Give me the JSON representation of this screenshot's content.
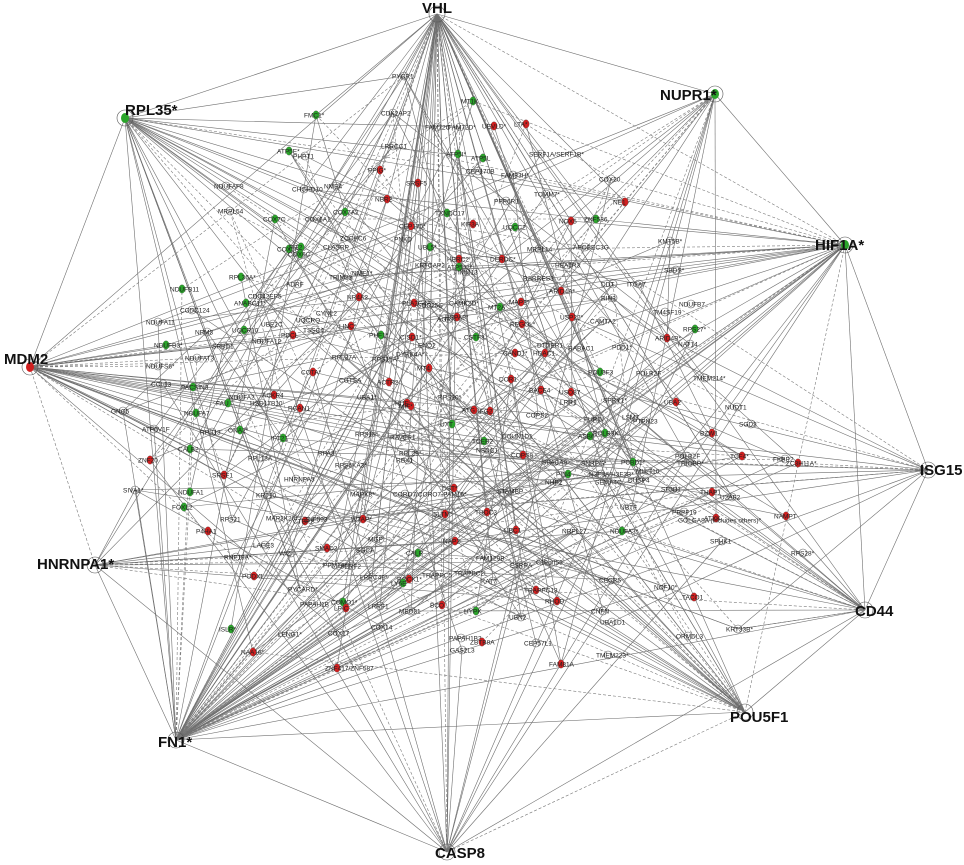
{
  "colors": {
    "up": "#d11f1f",
    "down": "#2aa52a",
    "neutral": "#ffffff",
    "edge": "#6f6f6f"
  },
  "hubs": [
    {
      "id": "VHL",
      "label": "VHL",
      "color": "neutral"
    },
    {
      "id": "RPL35",
      "label": "RPL35*",
      "color": "down"
    },
    {
      "id": "NUPR1",
      "label": "NUPR1*",
      "color": "down"
    },
    {
      "id": "HIF1A",
      "label": "HIF1A*",
      "color": "down"
    },
    {
      "id": "MDM2",
      "label": "MDM2",
      "color": "up"
    },
    {
      "id": "ISG15",
      "label": "ISG15",
      "color": "neutral"
    },
    {
      "id": "HNRNPA1",
      "label": "HNRNPA1*",
      "color": "neutral"
    },
    {
      "id": "CD44",
      "label": "CD44",
      "color": "neutral"
    },
    {
      "id": "POU5F1",
      "label": "POU5F1",
      "color": "neutral"
    },
    {
      "id": "FN1",
      "label": "FN1*",
      "color": "neutral"
    },
    {
      "id": "CASP8",
      "label": "CASP8",
      "color": "neutral"
    }
  ],
  "nodes": [
    {
      "label": "PYCR1",
      "color": "neutral"
    },
    {
      "label": "MT1K",
      "color": "down"
    },
    {
      "label": "FMC1*",
      "color": "down"
    },
    {
      "label": "CDK2AP2",
      "color": "neutral"
    },
    {
      "label": "FAM72C",
      "color": "neutral"
    },
    {
      "label": "FAM72D*",
      "color": "neutral"
    },
    {
      "label": "UEVLD*",
      "color": "up"
    },
    {
      "label": "LTA*",
      "color": "up"
    },
    {
      "label": "ATP5E*",
      "color": "down"
    },
    {
      "label": "LRRCC1",
      "color": "neutral"
    },
    {
      "label": "SERF1A/SERF1B*",
      "color": "neutral"
    },
    {
      "label": "PHPT1",
      "color": "neutral"
    },
    {
      "label": "ATP5I*",
      "color": "down"
    },
    {
      "label": "ATP5L",
      "color": "down"
    },
    {
      "label": "NDUFAF8",
      "color": "neutral"
    },
    {
      "label": "CHCHD10",
      "color": "neutral"
    },
    {
      "label": "NME4",
      "color": "neutral"
    },
    {
      "label": "PPIG*",
      "color": "up"
    },
    {
      "label": "SRSF5",
      "color": "up"
    },
    {
      "label": "CEP170B",
      "color": "neutral"
    },
    {
      "label": "FAM83H*",
      "color": "neutral"
    },
    {
      "label": "COX20",
      "color": "neutral"
    },
    {
      "label": "MRPL54",
      "color": "neutral"
    },
    {
      "label": "COX7C",
      "color": "down"
    },
    {
      "label": "COX6A1",
      "color": "neutral"
    },
    {
      "label": "NBR2",
      "color": "up"
    },
    {
      "label": "TOMM7*",
      "color": "neutral"
    },
    {
      "label": "PPP6R1",
      "color": "neutral"
    },
    {
      "label": "NE1",
      "color": "up"
    },
    {
      "label": "COX7A2",
      "color": "down"
    },
    {
      "label": "TXNDC17",
      "color": "down"
    },
    {
      "label": "ZNF536",
      "color": "down"
    },
    {
      "label": "COX5B",
      "color": "down"
    },
    {
      "label": "FIT2",
      "color": "down"
    },
    {
      "label": "CLASRP",
      "color": "neutral"
    },
    {
      "label": "ZCCHC6",
      "color": "neutral"
    },
    {
      "label": "CEP170*",
      "color": "up"
    },
    {
      "label": "KIF3A",
      "color": "up"
    },
    {
      "label": "UQCC2",
      "color": "down"
    },
    {
      "label": "NOX5",
      "color": "up"
    },
    {
      "label": "KMT5B*",
      "color": "neutral"
    },
    {
      "label": "PNKD",
      "color": "neutral"
    },
    {
      "label": "UBL5*",
      "color": "down"
    },
    {
      "label": "MRPL14",
      "color": "neutral"
    },
    {
      "label": "APOBEC3G",
      "color": "neutral"
    },
    {
      "label": "RPL36A*",
      "color": "down"
    },
    {
      "label": "COX6C",
      "color": "down"
    },
    {
      "label": "HERC2",
      "color": "up"
    },
    {
      "label": "DERDC*",
      "color": "up"
    },
    {
      "label": "HEATR3",
      "color": "neutral"
    },
    {
      "label": "NDUFB11",
      "color": "down"
    },
    {
      "label": "CDC42EP5",
      "color": "neutral"
    },
    {
      "label": "TRIM23",
      "color": "neutral"
    },
    {
      "label": "KRTCAP2",
      "color": "neutral"
    },
    {
      "label": "ATP5J2*",
      "color": "down"
    },
    {
      "label": "TIMM13",
      "color": "neutral"
    },
    {
      "label": "RARRES3",
      "color": "neutral"
    },
    {
      "label": "SBDS*",
      "color": "neutral"
    },
    {
      "label": "ANAPC11*",
      "color": "down"
    },
    {
      "label": "ADRF",
      "color": "neutral"
    },
    {
      "label": "NME1*",
      "color": "neutral"
    },
    {
      "label": "DDT",
      "color": "neutral"
    },
    {
      "label": "ITGA7",
      "color": "neutral"
    },
    {
      "label": "CCDC124",
      "color": "neutral"
    },
    {
      "label": "NR4A2",
      "color": "up"
    },
    {
      "label": "CDC25C",
      "color": "neutral"
    },
    {
      "label": "CAMK2D*",
      "color": "neutral"
    },
    {
      "label": "MAP2*",
      "color": "up"
    },
    {
      "label": "ARID4A*",
      "color": "up"
    },
    {
      "label": "NDUFB7",
      "color": "neutral"
    },
    {
      "label": "NDUFA11",
      "color": "neutral"
    },
    {
      "label": "NPM3",
      "color": "neutral"
    },
    {
      "label": "UQCR10",
      "color": "down"
    },
    {
      "label": "UBE2C",
      "color": "neutral"
    },
    {
      "label": "UQCRQ",
      "color": "neutral"
    },
    {
      "label": "CYNL2",
      "color": "neutral"
    },
    {
      "label": "PLA2G4A",
      "color": "up"
    },
    {
      "label": "HSPA8*",
      "color": "up"
    },
    {
      "label": "MT2A",
      "color": "down"
    },
    {
      "label": "RIN3",
      "color": "neutral"
    },
    {
      "label": "TM4SF19",
      "color": "neutral"
    },
    {
      "label": "RPS27*",
      "color": "down"
    },
    {
      "label": "PHF1*",
      "color": "down"
    },
    {
      "label": "AGRN",
      "color": "neutral"
    },
    {
      "label": "REGOL*",
      "color": "up"
    },
    {
      "label": "USP22*",
      "color": "up"
    },
    {
      "label": "CAMTA2",
      "color": "neutral"
    },
    {
      "label": "NDUFB3*",
      "color": "down"
    },
    {
      "label": "SRBD1",
      "color": "neutral"
    },
    {
      "label": "NDUFA12",
      "color": "neutral"
    },
    {
      "label": "PDCL",
      "color": "up"
    },
    {
      "label": "TSSC4",
      "color": "neutral"
    },
    {
      "label": "LINC*",
      "color": "up"
    },
    {
      "label": "CISD1*",
      "color": "up"
    },
    {
      "label": "ENO2",
      "color": "neutral"
    },
    {
      "label": "CSTF3",
      "color": "down"
    },
    {
      "label": "DTDER1",
      "color": "neutral"
    },
    {
      "label": "RABAC1",
      "color": "neutral"
    },
    {
      "label": "PDD1*",
      "color": "neutral"
    },
    {
      "label": "ARID4B*",
      "color": "up"
    },
    {
      "label": "NAT14",
      "color": "neutral"
    },
    {
      "label": "NDUFS6*",
      "color": "neutral"
    },
    {
      "label": "NDUFAT3",
      "color": "neutral"
    },
    {
      "label": "RPL27A",
      "color": "neutral"
    },
    {
      "label": "RPS15A*",
      "color": "neutral"
    },
    {
      "label": "DYRK4A*",
      "color": "neutral"
    },
    {
      "label": "CAND1*",
      "color": "up"
    },
    {
      "label": "HDAC1",
      "color": "up"
    },
    {
      "label": "POU3F3",
      "color": "down"
    },
    {
      "label": "POLR2F",
      "color": "neutral"
    },
    {
      "label": "TMEM214*",
      "color": "neutral"
    },
    {
      "label": "CCL13",
      "color": "neutral"
    },
    {
      "label": "PACSIN3",
      "color": "down"
    },
    {
      "label": "NDUFA2",
      "color": "neutral"
    },
    {
      "label": "ACKR4",
      "color": "up"
    },
    {
      "label": "COTA*",
      "color": "up"
    },
    {
      "label": "CGTSA",
      "color": "neutral"
    },
    {
      "label": "ACTR2",
      "color": "up"
    },
    {
      "label": "MT4",
      "color": "up"
    },
    {
      "label": "DOR1",
      "color": "up"
    },
    {
      "label": "BACE4",
      "color": "up"
    },
    {
      "label": "USO87",
      "color": "up"
    },
    {
      "label": "GNG5",
      "color": "neutral"
    },
    {
      "label": "NDUFA7",
      "color": "down"
    },
    {
      "label": "FAU",
      "color": "down"
    },
    {
      "label": "HSD17B10",
      "color": "neutral"
    },
    {
      "label": "RCAN1",
      "color": "up"
    },
    {
      "label": "UBA1*",
      "color": "neutral"
    },
    {
      "label": "HUE",
      "color": "up"
    },
    {
      "label": "MIF*",
      "color": "up"
    },
    {
      "label": "RPS20*",
      "color": "neutral"
    },
    {
      "label": "ATG",
      "color": "up"
    },
    {
      "label": "IFG2",
      "color": "up"
    },
    {
      "label": "LRR1",
      "color": "neutral"
    },
    {
      "label": "SPRY1*",
      "color": "neutral"
    },
    {
      "label": "UBA2",
      "color": "up"
    },
    {
      "label": "NUDT1",
      "color": "neutral"
    },
    {
      "label": "SGD3",
      "color": "neutral"
    },
    {
      "label": "ATP6V1F",
      "color": "neutral"
    },
    {
      "label": "RPS13",
      "color": "neutral"
    },
    {
      "label": "ONA2*",
      "color": "down"
    },
    {
      "label": "IFT21",
      "color": "down"
    },
    {
      "label": "RPS15*",
      "color": "neutral"
    },
    {
      "label": "RAVER1",
      "color": "neutral"
    },
    {
      "label": "UXT",
      "color": "down"
    },
    {
      "label": "COPS2",
      "color": "neutral"
    },
    {
      "label": "FURIN",
      "color": "neutral"
    },
    {
      "label": "LSM7",
      "color": "neutral"
    },
    {
      "label": "POLR3K",
      "color": "down"
    },
    {
      "label": "PTPN23",
      "color": "neutral"
    },
    {
      "label": "BZW1",
      "color": "up"
    },
    {
      "label": "CALB2",
      "color": "down"
    },
    {
      "label": "RPL13A",
      "color": "neutral"
    },
    {
      "label": "RPA3",
      "color": "neutral"
    },
    {
      "label": "RPL29*",
      "color": "neutral"
    },
    {
      "label": "TCEB2",
      "color": "down"
    },
    {
      "label": "DCUN1D1",
      "color": "neutral"
    },
    {
      "label": "ASB6*",
      "color": "down"
    },
    {
      "label": "POLR2F",
      "color": "neutral"
    },
    {
      "label": "TCF4*",
      "color": "up"
    },
    {
      "label": "FKBP2",
      "color": "neutral"
    },
    {
      "label": "ZC3H11A*",
      "color": "up"
    },
    {
      "label": "ZNF20",
      "color": "up"
    },
    {
      "label": "SRSF1",
      "color": "up"
    },
    {
      "label": "HNRNPA3",
      "color": "neutral"
    },
    {
      "label": "RPS6KA3*",
      "color": "neutral"
    },
    {
      "label": "RBX1",
      "color": "neutral"
    },
    {
      "label": "NSDC1",
      "color": "neutral"
    },
    {
      "label": "COPS8",
      "color": "up"
    },
    {
      "label": "SPACA9",
      "color": "neutral"
    },
    {
      "label": "SNRPG*",
      "color": "neutral"
    },
    {
      "label": "PCBD1*",
      "color": "down"
    },
    {
      "label": "MLLT10",
      "color": "neutral"
    },
    {
      "label": "TRIOBP*",
      "color": "neutral"
    },
    {
      "label": "SF3B1",
      "color": "neutral"
    },
    {
      "label": "THAP1",
      "color": "up"
    },
    {
      "label": "U2AF2",
      "color": "neutral"
    },
    {
      "label": "NAMPT",
      "color": "up"
    },
    {
      "label": "SIVA1*",
      "color": "neutral"
    },
    {
      "label": "NDUFA1",
      "color": "down"
    },
    {
      "label": "KRT10",
      "color": "neutral"
    },
    {
      "label": "CTBP2",
      "color": "up"
    },
    {
      "label": "MAPK8*",
      "color": "neutral"
    },
    {
      "label": "CORO7/CORO7-PAM16*",
      "color": "neutral"
    },
    {
      "label": "DST*",
      "color": "up"
    },
    {
      "label": "STAMBP",
      "color": "neutral"
    },
    {
      "label": "PIN4",
      "color": "down"
    },
    {
      "label": "H3F3A/H3F3B*",
      "color": "neutral"
    },
    {
      "label": "DUSP4",
      "color": "neutral"
    },
    {
      "label": "ATXK",
      "color": "up"
    },
    {
      "label": "FOXL2",
      "color": "down"
    },
    {
      "label": "RPS21",
      "color": "neutral"
    },
    {
      "label": "MAP3K20*",
      "color": "neutral"
    },
    {
      "label": "ZNF593",
      "color": "neutral"
    },
    {
      "label": "WTAP*",
      "color": "up"
    },
    {
      "label": "SLTM*",
      "color": "up"
    },
    {
      "label": "THOC3",
      "color": "up"
    },
    {
      "label": "NHP2",
      "color": "neutral"
    },
    {
      "label": "SEMA4C",
      "color": "neutral"
    },
    {
      "label": "UBTF",
      "color": "neutral"
    },
    {
      "label": "PRPF19",
      "color": "neutral"
    },
    {
      "label": "SPHK1",
      "color": "neutral"
    },
    {
      "label": "RPS28*",
      "color": "neutral"
    },
    {
      "label": "P4HA1",
      "color": "up"
    },
    {
      "label": "LAGE3",
      "color": "neutral"
    },
    {
      "label": "WIZ",
      "color": "neutral"
    },
    {
      "label": "SMAD2",
      "color": "up"
    },
    {
      "label": "SGCA",
      "color": "neutral"
    },
    {
      "label": "CALR",
      "color": "down"
    },
    {
      "label": "NAP2",
      "color": "up"
    },
    {
      "label": "UBC1",
      "color": "up"
    },
    {
      "label": "NRPL27",
      "color": "neutral"
    },
    {
      "label": "NDUFA3*",
      "color": "down"
    },
    {
      "label": "GOLGA8A (includes others)*",
      "color": "neutral"
    },
    {
      "label": "RNF19A*",
      "color": "neutral"
    },
    {
      "label": "PPM1A*",
      "color": "neutral"
    },
    {
      "label": "SERF2",
      "color": "neutral"
    },
    {
      "label": "MGP",
      "color": "neutral"
    },
    {
      "label": "ROCK1*",
      "color": "up"
    },
    {
      "label": "LY6E",
      "color": "down"
    },
    {
      "label": "TRAPPC5",
      "color": "neutral"
    },
    {
      "label": "FAM129B",
      "color": "neutral"
    },
    {
      "label": "ESRRA",
      "color": "neutral"
    },
    {
      "label": "C19orf53",
      "color": "neutral"
    },
    {
      "label": "CECR5",
      "color": "neutral"
    },
    {
      "label": "NCF10*",
      "color": "neutral"
    },
    {
      "label": "PODXL",
      "color": "up"
    },
    {
      "label": "PYCARD*",
      "color": "neutral"
    },
    {
      "label": "LRRC49*",
      "color": "neutral"
    },
    {
      "label": "TRAPPC2L",
      "color": "neutral"
    },
    {
      "label": "TRAPPC13",
      "color": "up"
    },
    {
      "label": "TACO1",
      "color": "up"
    },
    {
      "label": "PAPAH1B",
      "color": "neutral"
    },
    {
      "label": "COMO1*",
      "color": "down"
    },
    {
      "label": "BCO",
      "color": "up"
    },
    {
      "label": "KAT7",
      "color": "neutral"
    },
    {
      "label": "UBN2",
      "color": "neutral"
    },
    {
      "label": "RHOD",
      "color": "up"
    },
    {
      "label": "CNFN",
      "color": "neutral"
    },
    {
      "label": "ISLR*",
      "color": "down"
    },
    {
      "label": "LPIC",
      "color": "up"
    },
    {
      "label": "LRRF1",
      "color": "neutral"
    },
    {
      "label": "MED31",
      "color": "neutral"
    },
    {
      "label": "HYPK",
      "color": "down"
    },
    {
      "label": "UBALD1",
      "color": "neutral"
    },
    {
      "label": "ORMDL3",
      "color": "neutral"
    },
    {
      "label": "KRT33B*",
      "color": "neutral"
    },
    {
      "label": "LENG1*",
      "color": "neutral"
    },
    {
      "label": "COX17",
      "color": "neutral"
    },
    {
      "label": "COX14",
      "color": "neutral"
    },
    {
      "label": "PAPAH1B3",
      "color": "neutral"
    },
    {
      "label": "GAS2L3",
      "color": "neutral"
    },
    {
      "label": "ZBTB8A",
      "color": "up"
    },
    {
      "label": "CEP57L1",
      "color": "neutral"
    },
    {
      "label": "FAM81A",
      "color": "up"
    },
    {
      "label": "TMEM223*",
      "color": "neutral"
    },
    {
      "label": "NAA16*",
      "color": "up"
    },
    {
      "label": "ZNF417/ZNF587",
      "color": "up"
    }
  ]
}
